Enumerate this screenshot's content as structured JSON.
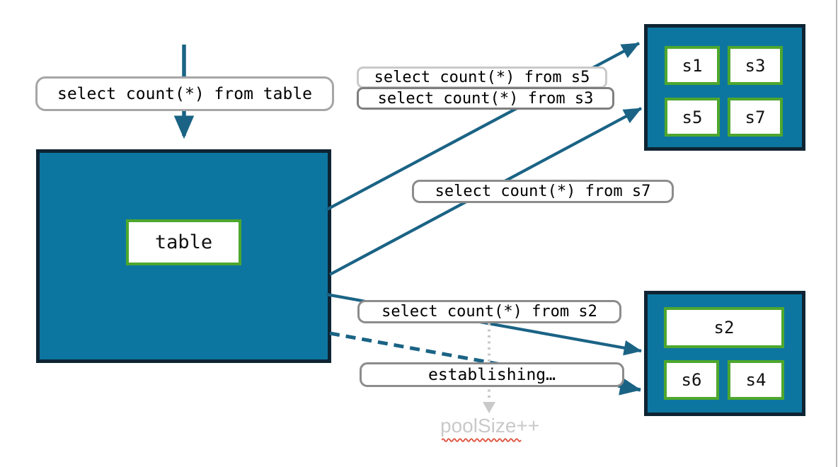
{
  "colors": {
    "pool_fill": "#0D76A0",
    "pool_border": "#0E2433",
    "shard_border": "#4EA72E",
    "arrow_teal": "#1A6385",
    "muted_gray": "#C9C9C9",
    "squiggle_red": "#E0503C"
  },
  "query_labels": {
    "table": "select count(*) from table",
    "s5": "select count(*) from s5",
    "s3": "select count(*) from s3",
    "s7": "select count(*) from s7",
    "s2": "select count(*) from s2",
    "establishing": "establishing…"
  },
  "source_table": {
    "label": "table"
  },
  "shard_groups": {
    "top": {
      "shards": [
        "s1",
        "s3",
        "s5",
        "s7"
      ]
    },
    "bottom": {
      "shards": [
        "s2",
        "s6",
        "s4"
      ]
    }
  },
  "annotations": {
    "pool_size": "poolSize++"
  }
}
